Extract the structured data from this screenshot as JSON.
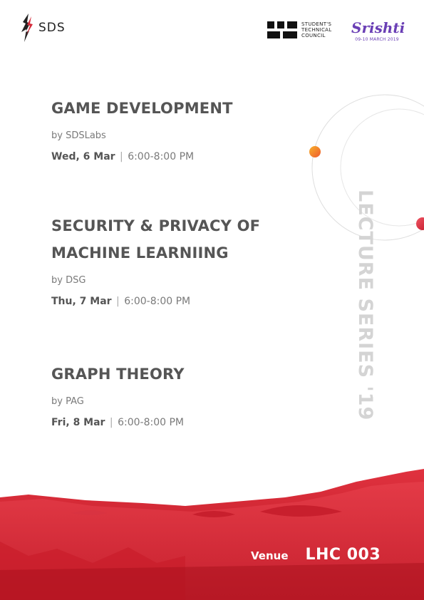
{
  "header": {
    "sds_logo_text": "SDS",
    "stc_lines": [
      "STUDENT'S",
      "TECHNICAL",
      "COUNCIL"
    ],
    "srishti_name": "Srishti",
    "srishti_date": "09-10 MARCH 2019"
  },
  "series_title": "LECTURE SERIES '19",
  "events": [
    {
      "title_lines": [
        "GAME DEVELOPMENT"
      ],
      "by": "by SDSLabs",
      "day": "Wed, 6 Mar",
      "separator": "|",
      "time": "6:00-8:00 PM"
    },
    {
      "title_lines": [
        "SECURITY & PRIVACY OF",
        "MACHINE LEARNIING"
      ],
      "by": "by DSG",
      "day": "Thu, 7 Mar",
      "separator": "|",
      "time": "6:00-8:00 PM"
    },
    {
      "title_lines": [
        "GRAPH THEORY"
      ],
      "by": "by PAG",
      "day": "Fri, 8 Mar",
      "separator": "|",
      "time": "6:00-8:00 PM"
    }
  ],
  "venue": {
    "label": "Venue",
    "value": "LHC 003"
  },
  "colors": {
    "accent_red": "#d42b3a",
    "accent_orange": "#f48a2a",
    "srishti_purple": "#6a3fb5",
    "title_gray": "#555555"
  }
}
